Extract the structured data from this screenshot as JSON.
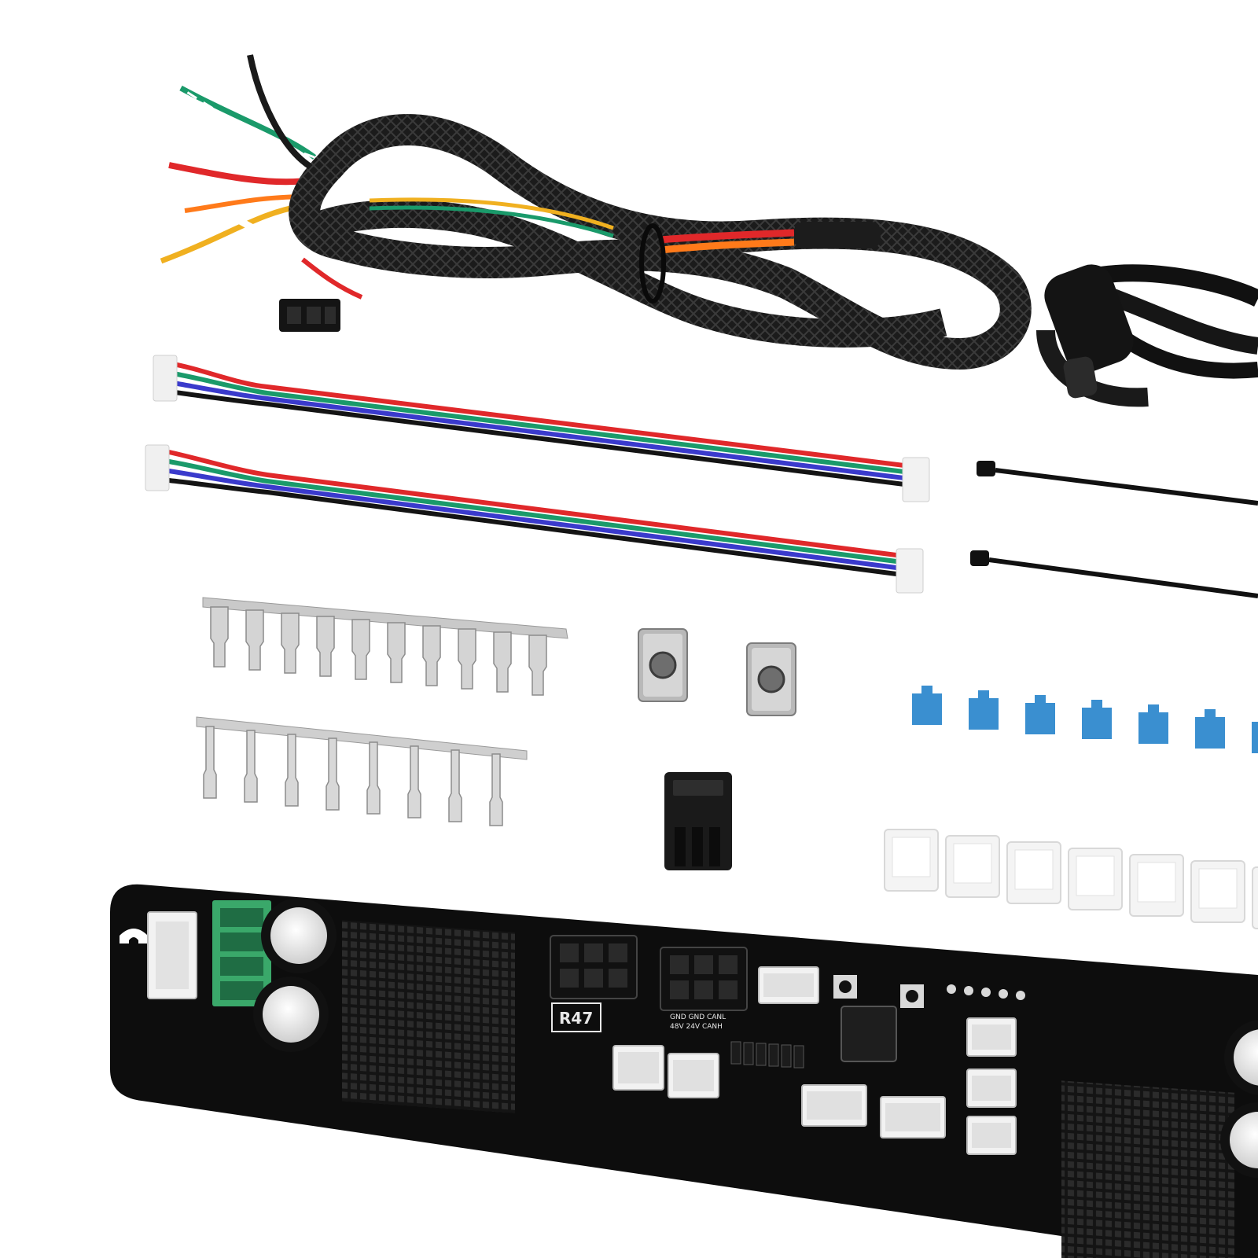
{
  "board": {
    "label_main": "R47",
    "label_pins_top": "GND GND CANL",
    "label_pins_bottom": "48V 24V CANH"
  },
  "colors": {
    "background": "#ffffff",
    "pcb": "#0d0d0d",
    "heatsink": "#1a1a1a",
    "wire_red": "#e0282a",
    "wire_green": "#1a9a6a",
    "wire_blue": "#3a3acc",
    "wire_black": "#141414",
    "wire_yellow": "#f0b020",
    "wire_orange": "#ff7a1a",
    "jumper_blue": "#3a8fd0",
    "terminal_green": "#3aa86a",
    "connector_white": "#f2f2f2"
  }
}
